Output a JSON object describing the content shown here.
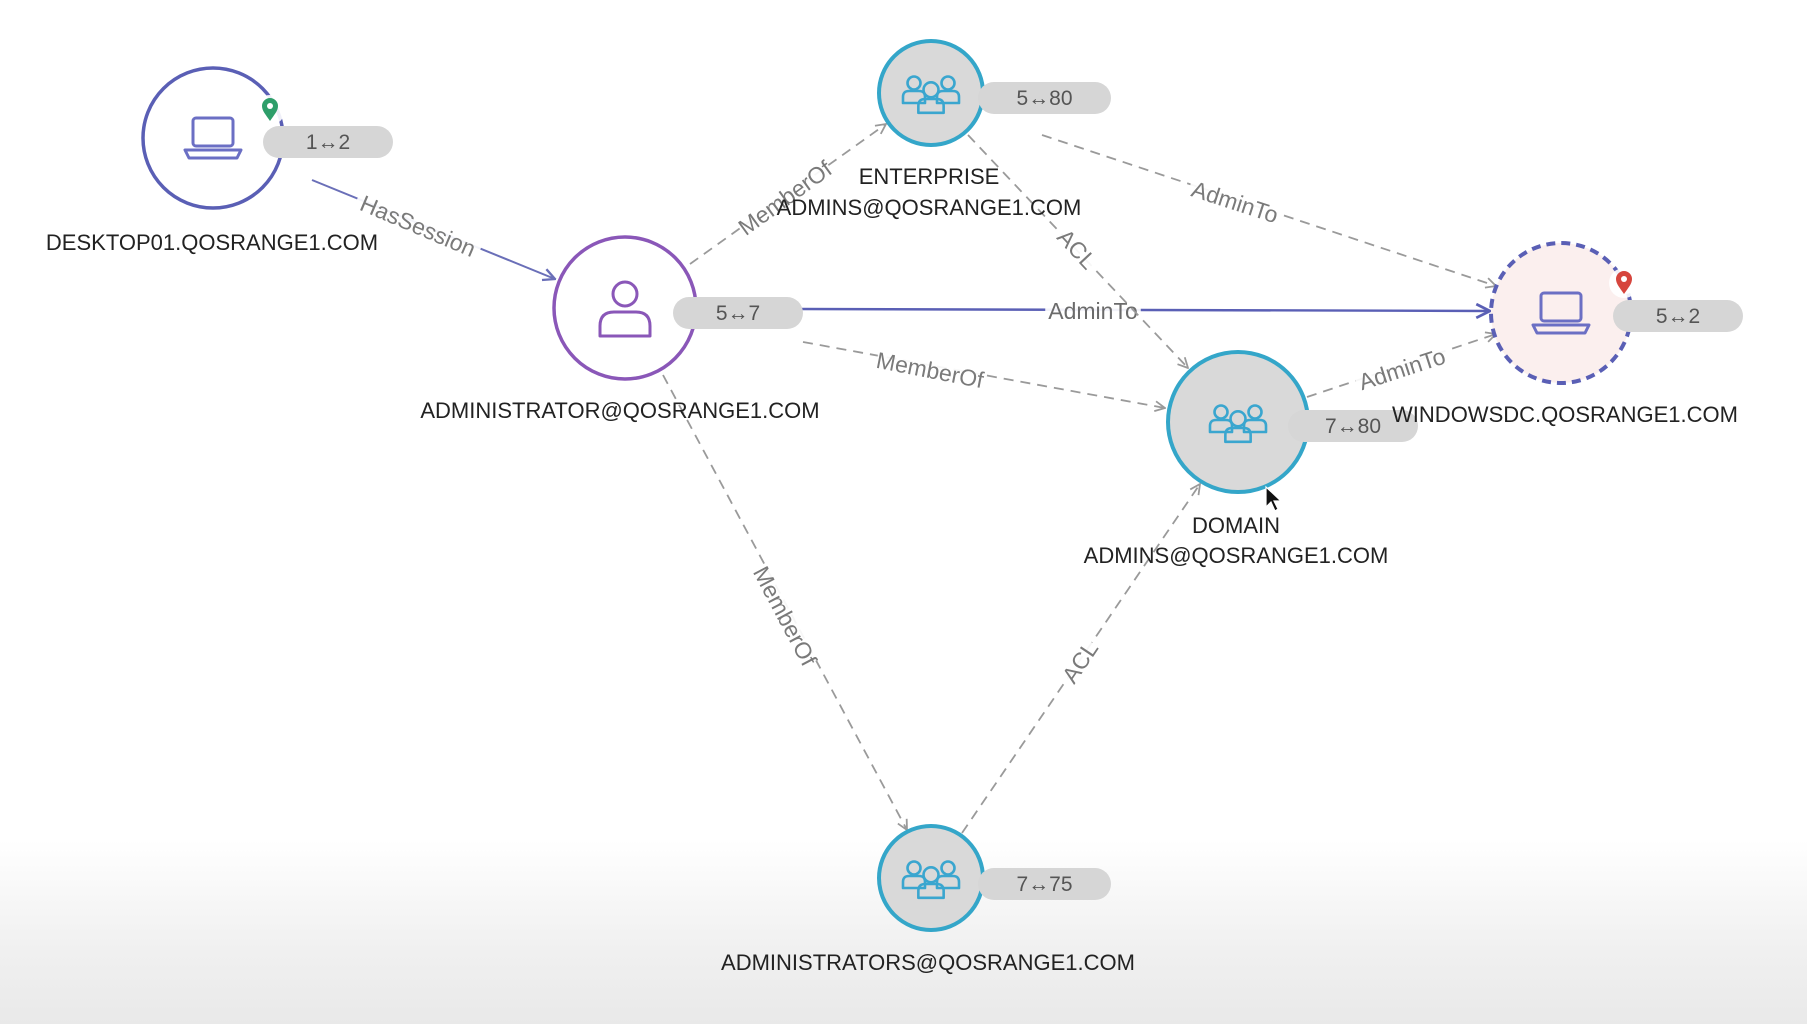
{
  "colors": {
    "computer_ring": "#5a5fb5",
    "user_ring": "#8a57b8",
    "group_ring": "#34a6c9",
    "group_icon": "#3aa6cf",
    "computer_icon": "#6b6fc4",
    "user_icon": "#8a57b8",
    "dashed_edge": "#9a9a9a",
    "solid_edge": "#5a5fb5",
    "target_fill": "#fbefee",
    "owned_pin": "#2e9e6a",
    "target_pin": "#d6453d"
  },
  "nodes": [
    {
      "id": "desktop01",
      "kind": "computer",
      "label_lines": [
        "DESKTOP01.QOSRANGE1.COM"
      ],
      "badge": "1↔2",
      "pin": "owned",
      "icon": "laptop-icon"
    },
    {
      "id": "administrator",
      "kind": "user",
      "label_lines": [
        "ADMINISTRATOR@QOSRANGE1.COM"
      ],
      "badge": "5↔7",
      "icon": "user-icon"
    },
    {
      "id": "enterprise_admins",
      "kind": "group",
      "label_lines": [
        "ENTERPRISE",
        "ADMINS@QOSRANGE1.COM"
      ],
      "badge": "5↔80",
      "icon": "group-icon"
    },
    {
      "id": "domain_admins",
      "kind": "group",
      "label_lines": [
        "DOMAIN",
        "ADMINS@QOSRANGE1.COM"
      ],
      "badge": "7↔80",
      "icon": "group-icon"
    },
    {
      "id": "administrators",
      "kind": "group",
      "label_lines": [
        "ADMINISTRATORS@QOSRANGE1.COM"
      ],
      "badge": "7↔75",
      "icon": "group-icon"
    },
    {
      "id": "windowsdc",
      "kind": "computer",
      "label_lines": [
        "WINDOWSDC.QOSRANGE1.COM"
      ],
      "badge": "5↔2",
      "pin": "target",
      "icon": "laptop-icon"
    }
  ],
  "edges": [
    {
      "from": "desktop01",
      "to": "administrator",
      "label": "HasSession",
      "style": "solid-gray"
    },
    {
      "from": "administrator",
      "to": "enterprise_admins",
      "label": "MemberOf",
      "style": "dashed"
    },
    {
      "from": "administrator",
      "to": "windowsdc",
      "label": "AdminTo",
      "style": "solid"
    },
    {
      "from": "administrator",
      "to": "domain_admins",
      "label": "MemberOf",
      "style": "dashed"
    },
    {
      "from": "administrator",
      "to": "administrators",
      "label": "MemberOf",
      "style": "dashed"
    },
    {
      "from": "enterprise_admins",
      "to": "windowsdc",
      "label": "AdminTo",
      "style": "dashed"
    },
    {
      "from": "enterprise_admins",
      "to": "domain_admins",
      "label": "ACL",
      "style": "dashed"
    },
    {
      "from": "domain_admins",
      "to": "windowsdc",
      "label": "AdminTo",
      "style": "dashed"
    },
    {
      "from": "administrators",
      "to": "domain_admins",
      "label": "ACL",
      "style": "dashed"
    }
  ]
}
